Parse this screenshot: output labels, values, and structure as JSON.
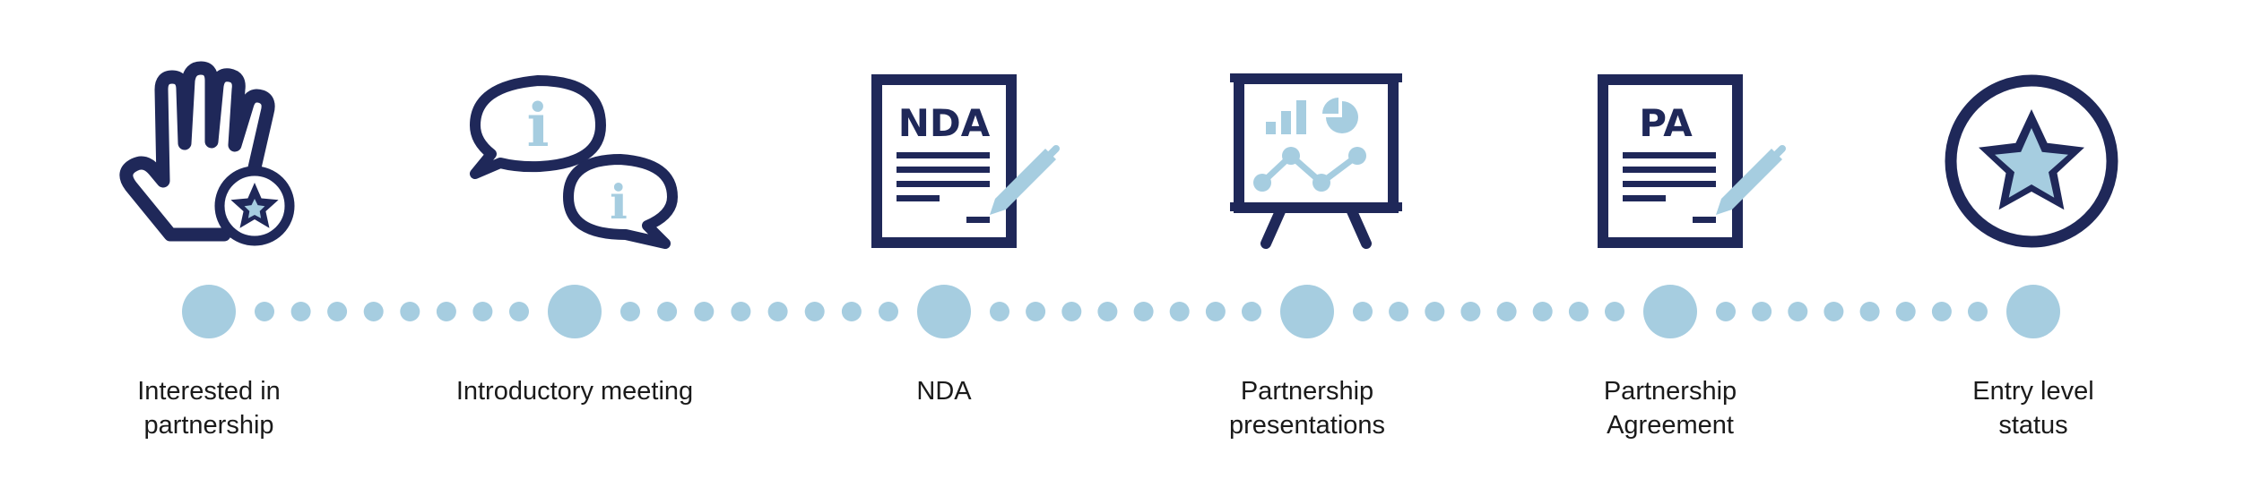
{
  "colors": {
    "navy": "#1f2859",
    "light_blue": "#a6cde0",
    "text": "#1a1a1a",
    "background": "#ffffff"
  },
  "steps": [
    {
      "label": "Interested in\npartnership",
      "icon": "raised-hand-star-icon"
    },
    {
      "label": "Introductory meeting",
      "icon": "info-speech-bubbles-icon"
    },
    {
      "label": "NDA",
      "icon": "nda-document-icon",
      "doc_text": "NDA"
    },
    {
      "label": "Partnership\npresentations",
      "icon": "presentation-board-icon"
    },
    {
      "label": "Partnership\nAgreement",
      "icon": "pa-document-icon",
      "doc_text": "PA"
    },
    {
      "label": "Entry level\nstatus",
      "icon": "star-badge-icon"
    }
  ],
  "info_glyph": "i"
}
